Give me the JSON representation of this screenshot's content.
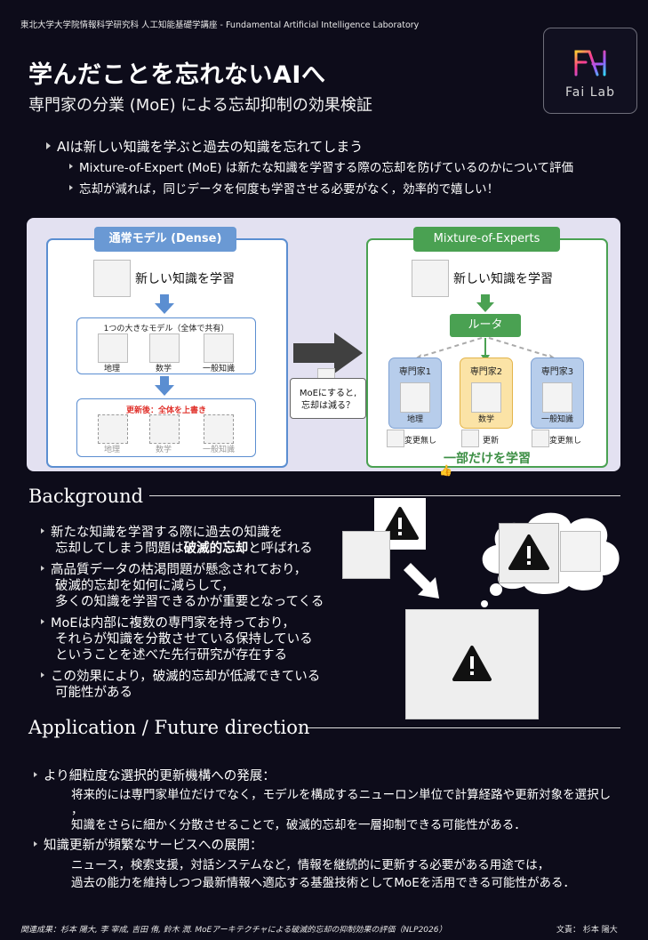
{
  "header": {
    "lab_name": "東北大学大学院情報科学研究科 人工知能基礎学講座 - Fundamental Artificial Intelligence Laboratory",
    "title": "学んだことを忘れないAIへ",
    "subtitle": "専門家の分業 (MoE) による忘却抑制の効果検証",
    "logo_text": "Fai Lab"
  },
  "intro": {
    "main": "AIは新しい知識を学ぶと過去の知識を忘れてしまう",
    "sub1": "Mixture-of-Expert (MoE) は新たな知識を学習する際の忘却を防げているのかについて評価",
    "sub2": "忘却が減れば，同じデータを何度も学習させる必要がなく，効率的で嬉しい！"
  },
  "diagram": {
    "dense_header": "通常モデル (Dense)",
    "dense_learn": "新しい知識を学習",
    "dense_model": "1つの大きなモデル（全体で共有）",
    "dense_k1": "地理",
    "dense_k2": "数学",
    "dense_k3": "一般知識",
    "dense_update": "更新後：全体を上書き",
    "dense_u1": "地理",
    "dense_u2": "数学",
    "dense_u3": "一般知識",
    "question_1": "MoEにすると,",
    "question_2": "忘却は減る？",
    "moe_header": "Mixture-of-Experts",
    "moe_learn": "新しい知識を学習",
    "router": "ルータ",
    "exp1": "専門家1",
    "exp2": "専門家2",
    "exp3": "専門家3",
    "exp1_k": "地理",
    "exp2_k": "数学",
    "exp3_k": "一般知識",
    "st1": "変更無し",
    "st2": "更新",
    "st3": "変更無し",
    "partial": "一部だけを学習",
    "thumbs": "👍"
  },
  "background": {
    "heading": "Background",
    "b1a": "新たな知識を学習する際に過去の知識を",
    "b1b_pre": "忘却してしまう問題は",
    "b1b_bold": "破滅的忘却",
    "b1b_post": "と呼ばれる",
    "b2a": "高品質データの枯渇問題が懸念されており，",
    "b2b": "破滅的忘却を如何に減らして，",
    "b2c": "多くの知識を学習できるかが重要となってくる",
    "b3a": "MoEは内部に複数の専門家を持っており，",
    "b3b": "それらが知識を分散させている保持している",
    "b3c": "ということを述べた先行研究が存在する",
    "b4a": "この効果により，破滅的忘却が低減できている",
    "b4b": "可能性がある"
  },
  "application": {
    "heading": "Application / Future direction",
    "a1": "より細粒度な選択的更新機構への発展：",
    "a1s1": "将来的には専門家単位だけでなく，モデルを構成するニューロン単位で計算経路や更新対象を選択し",
    "a1s2": "，",
    "a1s3": "知識をさらに細かく分散させることで，破滅的忘却を一層抑制できる可能性がある．",
    "a2": "知識更新が頻繁なサービスへの展開：",
    "a2s1": "ニュース，検索支援，対話システムなど，情報を継続的に更新する必要がある用途では，",
    "a2s2": "過去の能力を維持しつつ最新情報へ適応する基盤技術としてMoEを活用できる可能性がある．"
  },
  "footer": {
    "related": "関連成果：杉本 陽大, 李 宰成, 吉田 侑, 鈴木 潤. MoEアーキテクチャによる破滅的忘却の抑制効果の評価（NLP2026）",
    "author": "文責： 杉本 陽大"
  },
  "colors": {
    "background": "#0d0c1a",
    "dense_blue": "#6a99d4",
    "moe_green": "#4aa152",
    "expert_blue": "#b7cdeb",
    "expert_yellow": "#fbe3a6"
  }
}
